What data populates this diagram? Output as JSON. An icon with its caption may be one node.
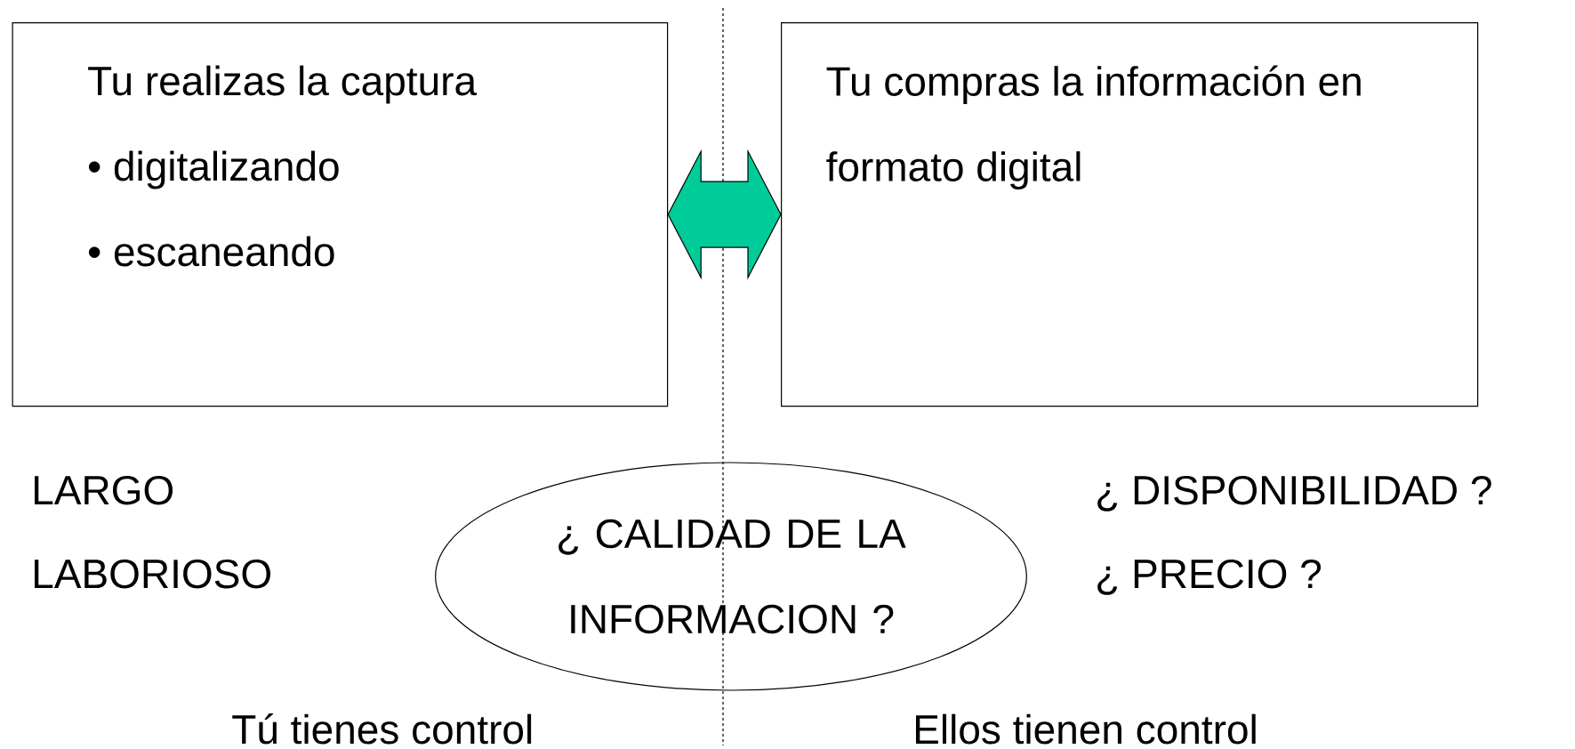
{
  "diagram": {
    "nodes": [
      {
        "text": [
          "Tu realizas la captura",
          "• digitalizando",
          "• escaneando"
        ]
      },
      {
        "text": [
          "Tu compras la información en formato digital"
        ]
      },
      {
        "text": [
          "¿ CALIDAD DE LA INFORMACION ?"
        ]
      }
    ],
    "edges": [
      {
        "from": 0,
        "to": 1,
        "arrow": "both",
        "color": "#00cc99"
      }
    ],
    "labels": [
      "LARGO",
      "¿ DISPONIBILIDAD ?",
      "LABORIOSO",
      "¿ PRECIO ?",
      "Tú tienes control",
      "Ellos tienen control"
    ]
  }
}
